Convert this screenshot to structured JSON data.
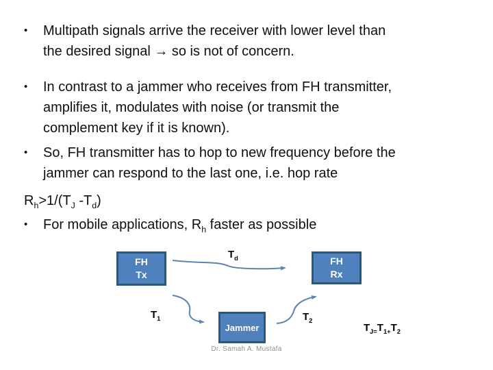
{
  "content": {
    "bullet_char": "•",
    "bullets": [
      {
        "lines": [
          "Multipath signals arrive the receiver with lower level than",
          "the desired signal → so is not of concern."
        ]
      },
      {
        "lines": [
          "In contrast to a jammer who receives from FH transmitter,",
          "amplifies it, modulates with noise (or transmit the",
          "complement key if it is known)."
        ]
      },
      {
        "lines": [
          "So, FH transmitter has to hop to new frequency before the",
          "jammer can respond to the last one, i.e. hop rate"
        ]
      }
    ],
    "formula": {
      "p1": "R",
      "p2": "h",
      "p3": ">1/(T",
      "p4": "J",
      "p5": " -T",
      "p6": "d",
      "p7": ")"
    },
    "bullet4": {
      "p1": "For mobile applications, R",
      "p2": "h",
      "p3": " faster as possible"
    }
  },
  "diagram": {
    "fh_tx": {
      "line1": "FH",
      "line2": "Tx"
    },
    "fh_rx": {
      "line1": "FH",
      "line2": "Rx"
    },
    "jammer": {
      "label": "Jammer"
    },
    "label_td": {
      "base": "T",
      "sub": "d"
    },
    "label_t1": {
      "base": "T",
      "sub": "1"
    },
    "label_t2": {
      "base": "T",
      "sub": "2"
    },
    "equation": {
      "p1": "T",
      "p2": "J=",
      "p3": "T",
      "p4": "1+",
      "p5": "T",
      "p6": "2"
    },
    "colors": {
      "box_fill": "#4f81bd",
      "box_border": "#2e5679",
      "arrow": "#5a83b0"
    }
  },
  "footer": {
    "credit": "Dr. Samah A. Mustafa"
  }
}
